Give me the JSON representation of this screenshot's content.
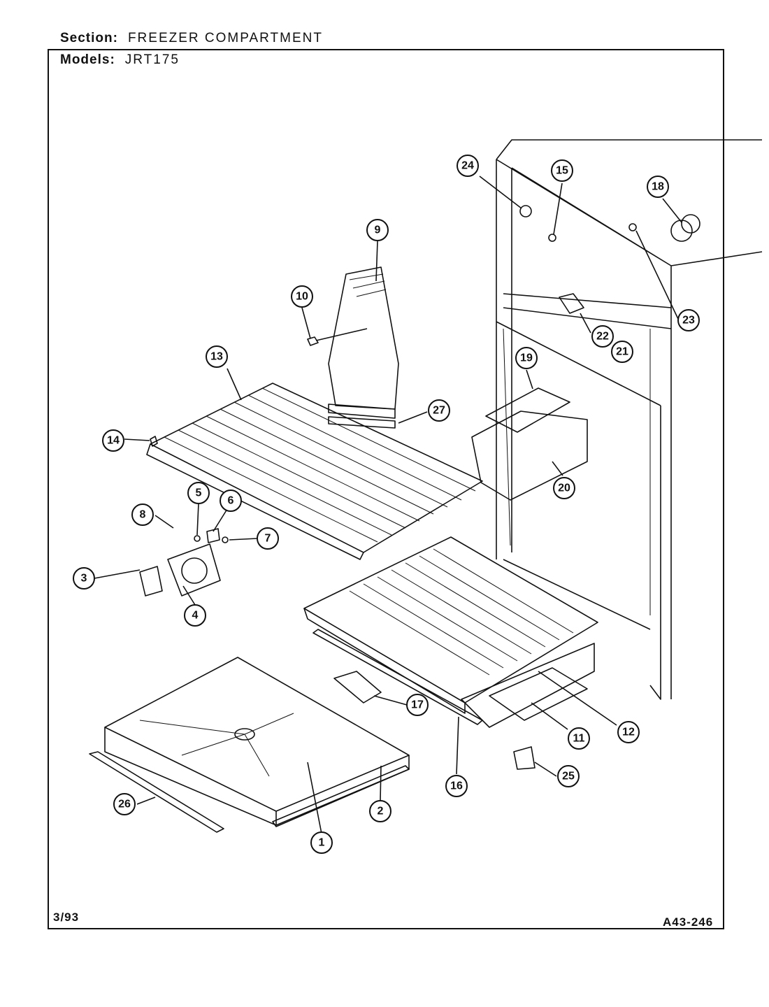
{
  "header": {
    "section_label": "Section:",
    "section_value": "FREEZER COMPARTMENT",
    "models_label": "Models:",
    "models_value": "JRT175"
  },
  "footer": {
    "date": "3/93",
    "code": "A43-246"
  },
  "callouts": [
    "1",
    "2",
    "3",
    "4",
    "5",
    "6",
    "7",
    "8",
    "9",
    "10",
    "11",
    "12",
    "13",
    "14",
    "15",
    "16",
    "17",
    "18",
    "19",
    "20",
    "21",
    "22",
    "23",
    "24",
    "25",
    "26",
    "27"
  ]
}
